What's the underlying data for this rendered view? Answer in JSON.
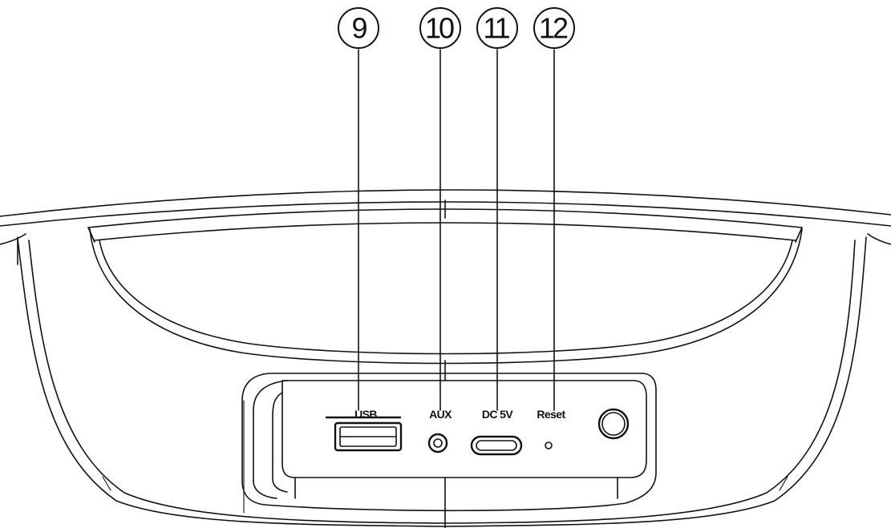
{
  "callouts": [
    {
      "number": "9"
    },
    {
      "number": "10"
    },
    {
      "number": "11"
    },
    {
      "number": "12"
    }
  ],
  "ports": [
    {
      "label": "USB"
    },
    {
      "label": "AUX"
    },
    {
      "label": "DC 5V"
    },
    {
      "label": "Reset"
    }
  ],
  "colors": {
    "line": "#111111",
    "background": "#ffffff"
  }
}
